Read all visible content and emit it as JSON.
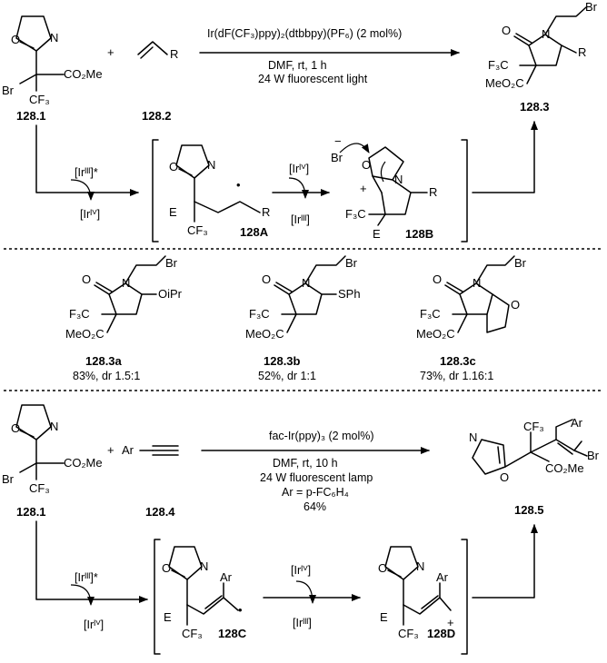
{
  "scheme1": {
    "reagent_a": "128.1",
    "reagent_b": "128.2",
    "product": "128.3",
    "conditions": [
      "Ir(dF(CF₃)ppy)₂(dtbbpy)(PF₆) (2 mol%)",
      "DMF, rt, 1 h",
      "24 W fluorescent light"
    ],
    "plus": "+",
    "ir3_star": "[Irᴵᴵᴵ]*",
    "ir4": "[Irᴵⱽ]",
    "ir4b": "[Irᴵⱽ]",
    "ir3": "[Irᴵᴵᴵ]",
    "intermediate_a": "128A",
    "intermediate_b": "128B"
  },
  "products_row": [
    {
      "label": "128.3a",
      "yield": "83%, dr 1.5:1",
      "sub": "OiPr"
    },
    {
      "label": "128.3b",
      "yield": "52%, dr 1:1",
      "sub": "SPh"
    },
    {
      "label": "128.3c",
      "yield": "73%, dr 1.16:1",
      "sub": ""
    }
  ],
  "scheme2": {
    "reagent_a": "128.1",
    "reagent_b": "128.4",
    "product": "128.5",
    "conditions": [
      "fac-Ir(ppy)₃ (2 mol%)",
      "DMF, rt, 10 h",
      "24 W fluorescent lamp",
      "Ar = p-FC₆H₄",
      "64%"
    ],
    "plus": "+",
    "ir3_star": "[Irᴵᴵᴵ]*",
    "ir4": "[Irᴵⱽ]",
    "ir4b": "[Irᴵⱽ]",
    "ir3": "[Irᴵᴵᴵ]",
    "intermediate_c": "128C",
    "intermediate_d": "128D"
  },
  "atoms": {
    "O": "O",
    "N": "N",
    "Br": "Br",
    "E": "E",
    "R": "R",
    "Ar": "Ar",
    "CO2Me": "CO₂Me",
    "MeO2C": "MeO₂C",
    "CF3": "CF₃",
    "F3C": "F₃C",
    "radical": "•",
    "plus_charge": "+",
    "minus_charge": "−",
    "SPh": "SPh",
    "OiPr": "OiPr"
  }
}
